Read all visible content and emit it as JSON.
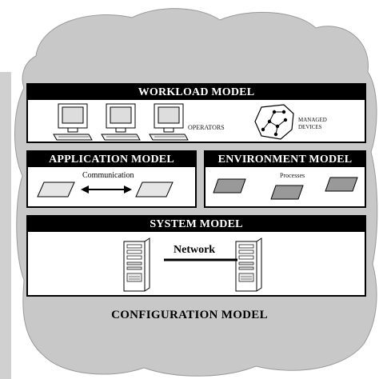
{
  "workload_model": {
    "title": "WORKLOAD MODEL",
    "operators_label": "OPERATORS",
    "managed_devices_label": "MANAGED DEVICES"
  },
  "application_model": {
    "title": "APPLICATION MODEL",
    "communication_label": "Communication"
  },
  "environment_model": {
    "title": "ENVIRONMENT MODEL",
    "processes_label": "Processes"
  },
  "system_model": {
    "title": "SYSTEM MODEL",
    "network_label": "Network"
  },
  "configuration_model": {
    "title": "CONFIGURATION MODEL"
  },
  "colors": {
    "cloud": "#c8c8c8",
    "header": "#000000",
    "process_fill": "#999999",
    "app_fill": "#e6e6e6"
  }
}
